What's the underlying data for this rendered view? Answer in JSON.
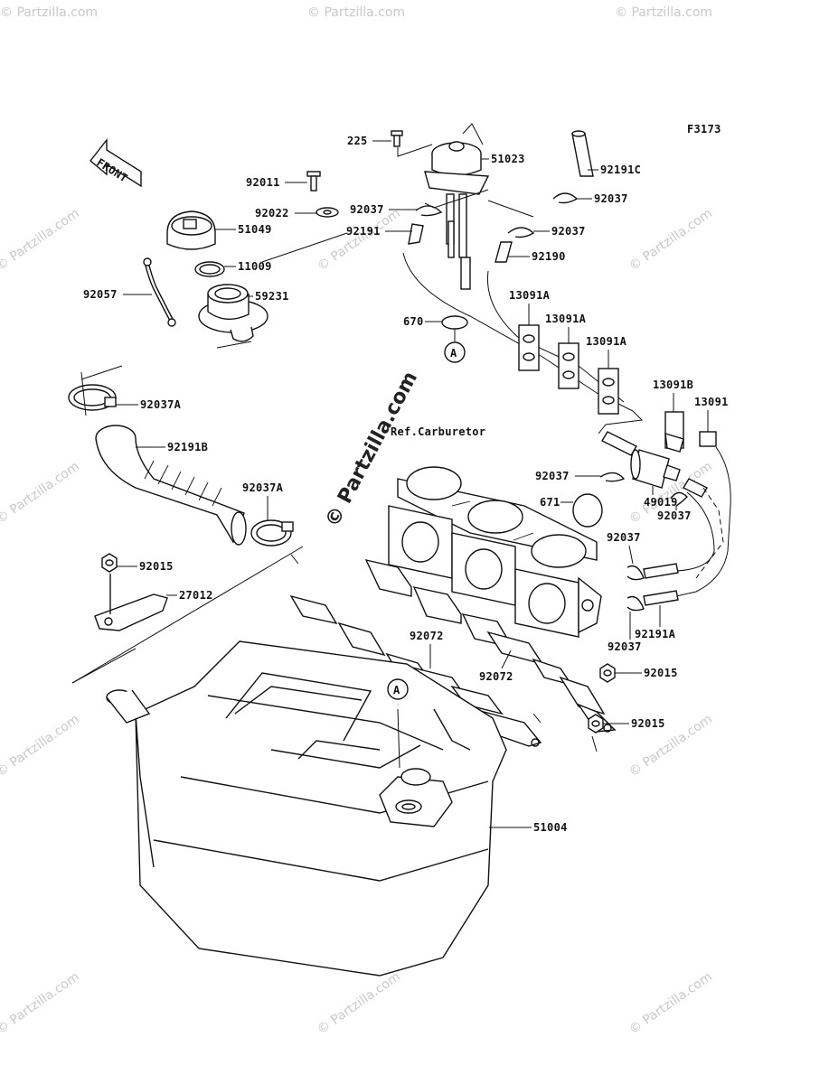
{
  "figure_code": "F3173",
  "front_arrow_text": "FRONT",
  "ref_text": "Ref.Carburetor",
  "watermark_main": "© Partzilla.com",
  "watermark_small": "© Partzilla.com",
  "callout_letter": "A",
  "labels": {
    "p225": "225",
    "p51023": "51023",
    "p92191C": "92191C",
    "p92011": "92011",
    "p92037_a": "92037",
    "p92037_b": "92037",
    "p92037_c": "92037",
    "p92022": "92022",
    "p51049": "51049",
    "p92191": "92191",
    "p92190": "92190",
    "p11009": "11009",
    "p92057": "92057",
    "p59231": "59231",
    "p13091A_1": "13091A",
    "p13091A_2": "13091A",
    "p13091A_3": "13091A",
    "p670": "670",
    "p13091B": "13091B",
    "p13091": "13091",
    "p92037A_1": "92037A",
    "p92191B": "92191B",
    "p92037_d": "92037",
    "p671": "671",
    "p49019": "49019",
    "p92037_e": "92037",
    "p92037A_2": "92037A",
    "p92015_1": "92015",
    "p27012": "27012",
    "p92037_f": "92037",
    "p92191A": "92191A",
    "p92037_g": "92037",
    "p92072_1": "92072",
    "p92072_2": "92072",
    "p92015_2": "92015",
    "p92015_3": "92015",
    "p51004": "51004"
  }
}
